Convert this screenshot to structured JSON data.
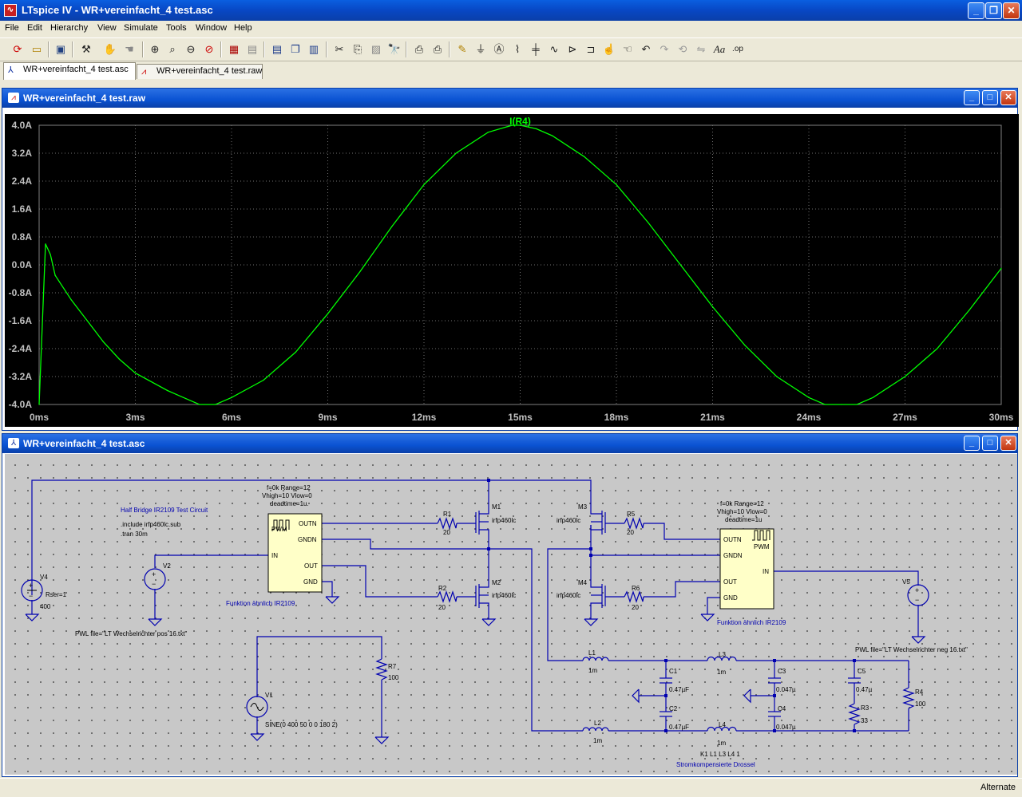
{
  "app": {
    "title": "LTspice IV - WR+vereinfacht_4 test.asc",
    "icon": "ltspice-logo-icon"
  },
  "menu": [
    "File",
    "Edit",
    "Hierarchy",
    "View",
    "Simulate",
    "Tools",
    "Window",
    "Help"
  ],
  "toolbar_icons": [
    "run-icon",
    "open-icon",
    "save-icon",
    "control-panel-icon",
    "halt-icon",
    "pan-icon",
    "zoom-in-icon",
    "zoom-area-icon",
    "zoom-out-icon",
    "zoom-cancel-icon",
    "autorange-icon",
    "export-icon",
    "tile-horizontal-icon",
    "cascade-icon",
    "tile-vertical-icon",
    "cut-icon",
    "copy-icon",
    "paste-icon",
    "find-icon",
    "print-preview-icon",
    "print-icon",
    "draw-wire-icon",
    "ground-icon",
    "label-net-icon",
    "resistor-icon",
    "capacitor-icon",
    "diode-icon",
    "component-icon",
    "move-icon",
    "drag-icon",
    "undo-icon",
    "redo-icon",
    "rotate-icon",
    "mirror-icon",
    "text-icon",
    "spice-directive-icon"
  ],
  "tabs": [
    {
      "label": "WR+vereinfacht_4 test.asc",
      "icon": "schematic-icon",
      "active": true
    },
    {
      "label": "WR+vereinfacht_4 test.raw",
      "icon": "waveform-icon",
      "active": false
    }
  ],
  "waveform_window": {
    "title": "WR+vereinfacht_4 test.raw",
    "trace_label": "I(R4)",
    "trace_color": "#00ff00"
  },
  "chart_data": {
    "type": "line",
    "title": "",
    "trace": "I(R4)",
    "x_ticks": [
      "0ms",
      "3ms",
      "6ms",
      "9ms",
      "12ms",
      "15ms",
      "18ms",
      "21ms",
      "24ms",
      "27ms",
      "30ms"
    ],
    "y_ticks": [
      "4.0A",
      "3.2A",
      "2.4A",
      "1.6A",
      "0.8A",
      "0.0A",
      "-0.8A",
      "-1.6A",
      "-2.4A",
      "-3.2A",
      "-4.0A"
    ],
    "xlim": [
      0,
      30
    ],
    "ylim": [
      -4.0,
      4.0
    ],
    "x_unit": "ms",
    "y_unit": "A",
    "grid": true,
    "series": [
      {
        "name": "I(R4)",
        "color": "#00ff00",
        "x": [
          0,
          0.2,
          0.35,
          0.5,
          1,
          1.5,
          2,
          2.5,
          3,
          4,
          4.5,
          5,
          5.5,
          6,
          7,
          8,
          9,
          10,
          11,
          12,
          13,
          14,
          14.75,
          15,
          15.5,
          16,
          17,
          18,
          19,
          20,
          21,
          22,
          23,
          24,
          24.5,
          25,
          25.5,
          26,
          27,
          28,
          29,
          30
        ],
        "y": [
          -4.0,
          0.6,
          0.3,
          -0.3,
          -1.0,
          -1.6,
          -2.2,
          -2.7,
          -3.1,
          -3.6,
          -3.8,
          -4.0,
          -4.0,
          -3.8,
          -3.3,
          -2.5,
          -1.4,
          -0.2,
          1.1,
          2.3,
          3.2,
          3.8,
          4.0,
          4.0,
          3.9,
          3.7,
          3.1,
          2.3,
          1.2,
          0.0,
          -1.2,
          -2.3,
          -3.2,
          -3.8,
          -4.0,
          -4.0,
          -4.0,
          -3.8,
          -3.2,
          -2.4,
          -1.3,
          -0.1
        ]
      }
    ]
  },
  "schematic_window": {
    "title": "WR+vereinfacht_4 test.asc",
    "texts": {
      "circuit_title": "Half Bridge IR2109  Test Circuit",
      "include": ".include irfp460lc.sub",
      "tran": ".tran 30m",
      "pwm_left_params1": "f=0k Range=12",
      "pwm_left_params2": "Vhigh=10 Vlow=0",
      "pwm_left_params3": "deadtime=1u.",
      "pwm_right_params1": "f=0k Range=12",
      "pwm_right_params2": "Vhigh=10 Vlow=0",
      "pwm_right_params3": "deadtime=1u",
      "func_left": "Funktion ähnlich IR2109",
      "func_right": "Funktion ähnlich IR2109",
      "pwl_left": "PWL file=\"LT Wechselrichter pos 16.txt\"",
      "pwl_right": "PWL file=\"LT Wechselrichter neg 16.txt\"",
      "sine": "SINE(0 400 50 0 0 180 2)",
      "coupling": "K1 L1 L3 L4 1",
      "choke": "Stromkompensierte Drossel",
      "v4": "V4",
      "v4_rser": "Rser=1",
      "v4_val": "400",
      "v2": "V2",
      "v1": "V1",
      "v5": "V5",
      "r1": "R1",
      "r1v": "20",
      "r2": "R2",
      "r2v": "20",
      "r5": "R5",
      "r5v": "20",
      "r6": "R6",
      "r6v": "20",
      "r7": "R7",
      "r7v": "100",
      "r3": "R3",
      "r3v": "33",
      "r4": "R4",
      "r4v": "100",
      "m1": "M1",
      "m1v": "irfp460lc",
      "m2": "M2",
      "m2v": "irfp460lc",
      "m3": "M3",
      "m3v": "irfp460lc",
      "m4": "M4",
      "m4v": "irfp460lc",
      "l1": "L1",
      "l1v": "1m",
      "l2": "L2",
      "l2v": "1m",
      "l3": "L3",
      "l3v": "1m",
      "l4": "L4",
      "l4v": "1m",
      "c1": "C1",
      "c1v": "0.47µF",
      "c2": "C2",
      "c2v": "0.47µF",
      "c3": "C3",
      "c3v": "0.047µ",
      "c4": "C4",
      "c4v": "0.047µ",
      "c5": "C5",
      "c5v": "0.47µ",
      "pin_outn": "OUTN",
      "pin_gndn": "GNDN",
      "pin_out": "OUT",
      "pin_gnd": "GND",
      "pin_in": "IN",
      "pin_pwm": "PWM"
    }
  },
  "status": {
    "text": "Alternate"
  }
}
